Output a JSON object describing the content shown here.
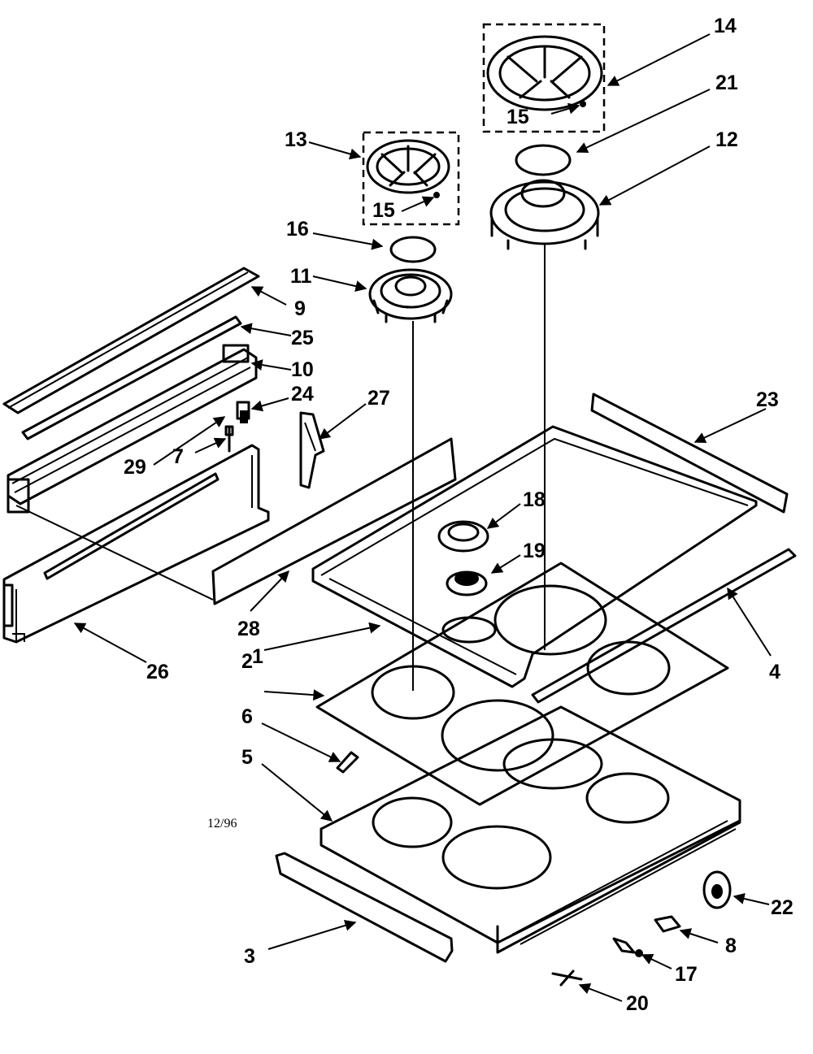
{
  "diagram": {
    "date_code": "12/96",
    "callouts": [
      {
        "id": "p1",
        "label": "1"
      },
      {
        "id": "p2",
        "label": "2"
      },
      {
        "id": "p3",
        "label": "3"
      },
      {
        "id": "p4",
        "label": "4"
      },
      {
        "id": "p5",
        "label": "5"
      },
      {
        "id": "p6",
        "label": "6"
      },
      {
        "id": "p7",
        "label": "7"
      },
      {
        "id": "p8",
        "label": "8"
      },
      {
        "id": "p9",
        "label": "9"
      },
      {
        "id": "p10",
        "label": "10"
      },
      {
        "id": "p11",
        "label": "11"
      },
      {
        "id": "p12",
        "label": "12"
      },
      {
        "id": "p13",
        "label": "13"
      },
      {
        "id": "p14",
        "label": "14"
      },
      {
        "id": "p15a",
        "label": "15"
      },
      {
        "id": "p15b",
        "label": "15"
      },
      {
        "id": "p16",
        "label": "16"
      },
      {
        "id": "p17",
        "label": "17"
      },
      {
        "id": "p18",
        "label": "18"
      },
      {
        "id": "p19",
        "label": "19"
      },
      {
        "id": "p20",
        "label": "20"
      },
      {
        "id": "p21",
        "label": "21"
      },
      {
        "id": "p22",
        "label": "22"
      },
      {
        "id": "p23",
        "label": "23"
      },
      {
        "id": "p24",
        "label": "24"
      },
      {
        "id": "p25",
        "label": "25"
      },
      {
        "id": "p26",
        "label": "26"
      },
      {
        "id": "p27",
        "label": "27"
      },
      {
        "id": "p28",
        "label": "28"
      },
      {
        "id": "p29",
        "label": "29"
      }
    ]
  }
}
